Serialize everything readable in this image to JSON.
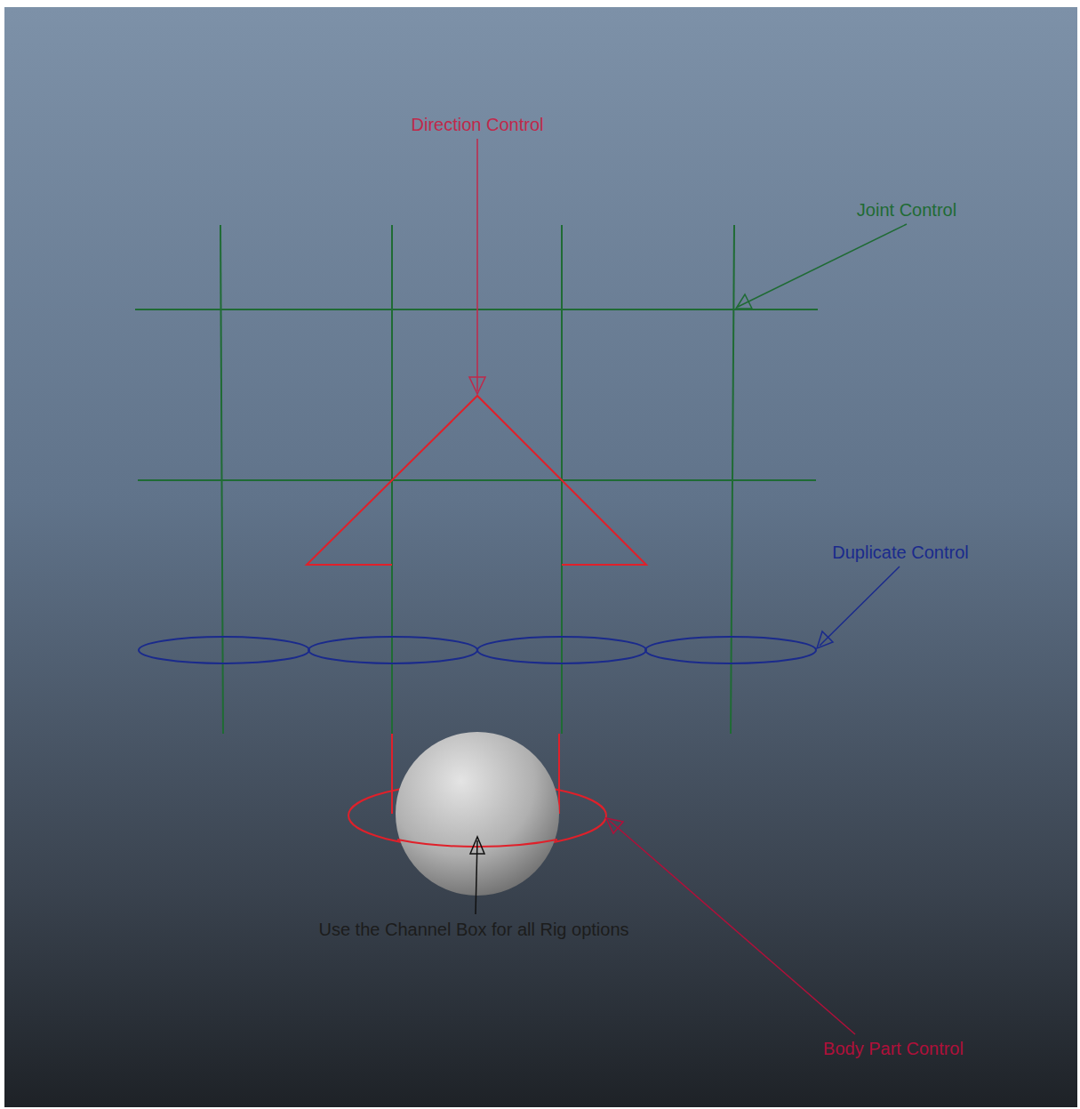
{
  "diagram": {
    "labels": [
      "Direction Control",
      "Joint Control",
      "Duplicate Control",
      "Use the Channel Box for all Rig options",
      "Body Part Control"
    ]
  }
}
